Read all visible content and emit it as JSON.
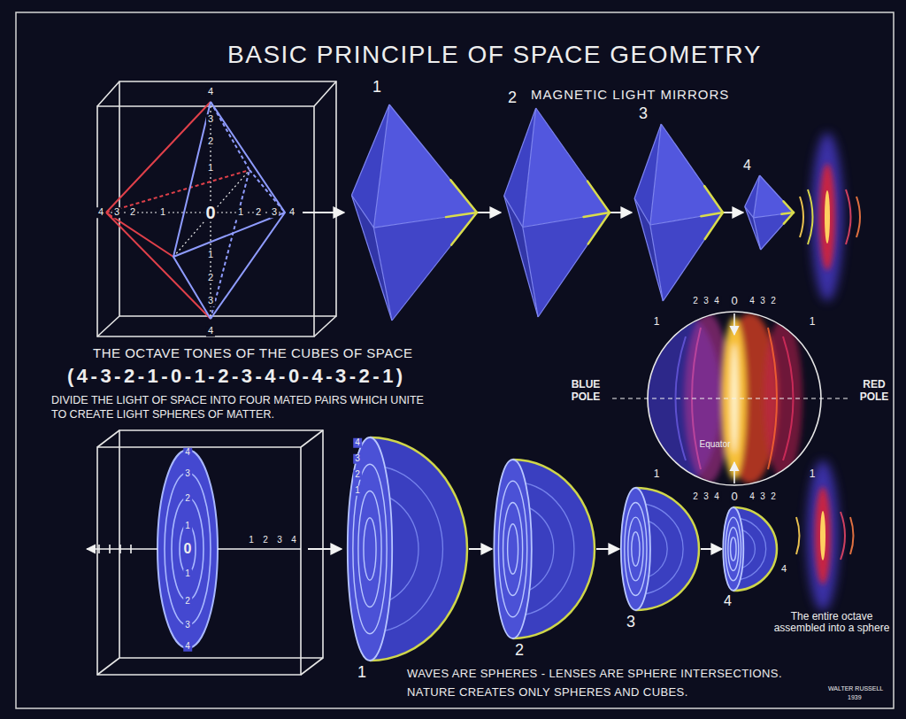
{
  "diagram": {
    "title": "BASIC PRINCIPLE OF SPACE GEOMETRY",
    "nodes": [
      {
        "text": [
          "1"
        ]
      },
      {
        "text": [
          "2"
        ]
      },
      {
        "text": [
          "3"
        ]
      },
      {
        "text": [
          "4"
        ]
      },
      {
        "text": [
          "1"
        ]
      },
      {
        "text": [
          "2"
        ]
      },
      {
        "text": [
          "3"
        ]
      },
      {
        "text": [
          "4"
        ]
      }
    ],
    "edges": [
      {
        "from": 0,
        "to": 1,
        "arrow": "to"
      },
      {
        "from": 1,
        "to": 2,
        "arrow": "to"
      },
      {
        "from": 2,
        "to": 3,
        "arrow": "to"
      },
      {
        "from": 4,
        "to": 5,
        "arrow": "to"
      },
      {
        "from": 5,
        "to": 6,
        "arrow": "to"
      },
      {
        "from": 6,
        "to": 7,
        "arrow": "to"
      }
    ],
    "labels": [
      "MAGNETIC LIGHT MIRRORS",
      "THE OCTAVE TONES OF THE CUBES OF SPACE",
      "(4-3-2-1-0-1-2-3-4-0-4-3-2-1)",
      "DIVIDE THE LIGHT OF SPACE INTO FOUR MATED PAIRS WHICH UNITE TO CREATE LIGHT SPHERES OF MATTER.",
      "2",
      "3",
      "4",
      "0",
      "4",
      "3",
      "2",
      "2",
      "3",
      "4",
      "0",
      "4",
      "3",
      "2",
      "1",
      "1",
      "1",
      "1",
      "BLUE POLE",
      "RED POLE",
      "Equator",
      "4",
      "3",
      "2",
      "1",
      "0",
      "1",
      "2",
      "3",
      "4",
      "4",
      "3",
      "2",
      "1",
      "1",
      "2",
      "3",
      "4",
      "4",
      "3",
      "2",
      "1",
      "0",
      "1",
      "2",
      "3",
      "4",
      "1",
      "2",
      "3",
      "4",
      "4",
      "3",
      "2",
      "1",
      "4",
      "WAVES ARE SPHERES - LENSES ARE SPHERE INTERSECTIONS.",
      "NATURE CREATES ONLY SPHERES AND CUBES.",
      "The entire octave assembled into a sphere",
      "WALTER RUSSELL",
      "1939"
    ]
  }
}
